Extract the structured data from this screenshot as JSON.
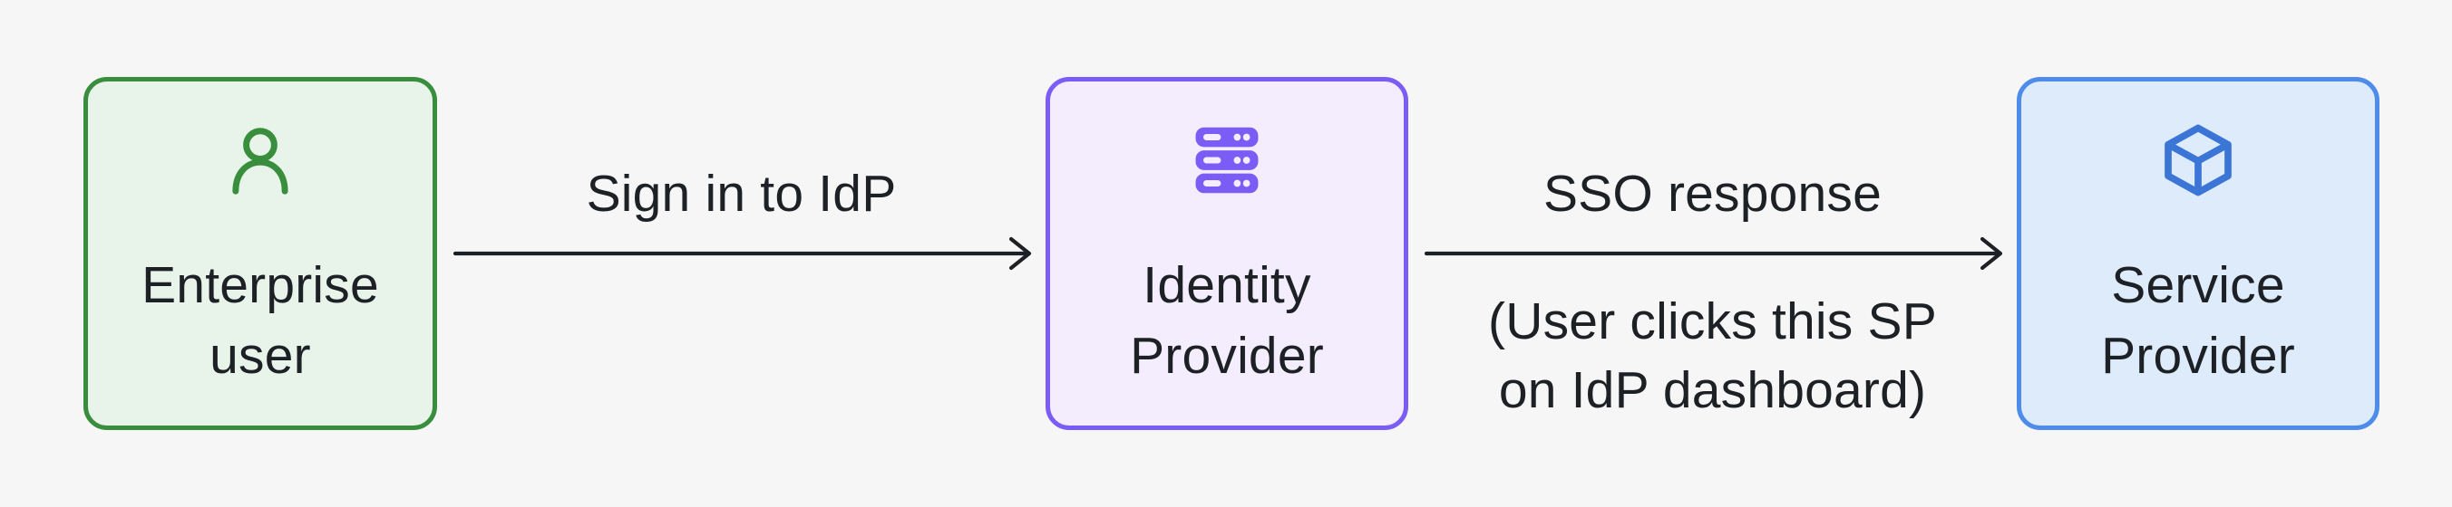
{
  "diagram": {
    "background_color": "#f5f6f5",
    "text_color": "#1d2126",
    "arrow_color": "#1d2126",
    "nodes": [
      {
        "id": "enterprise-user",
        "label_lines": [
          "Enterprise",
          "user"
        ],
        "icon": "user-icon",
        "border_color": "#388e3c",
        "fill_color": "#e8f3e9",
        "icon_color": "#388e3c"
      },
      {
        "id": "identity-provider",
        "label_lines": [
          "Identity",
          "Provider"
        ],
        "icon": "server-stack-icon",
        "border_color": "#7b5cf5",
        "fill_color": "#f3edfd",
        "icon_color": "#7b5cf5"
      },
      {
        "id": "service-provider",
        "label_lines": [
          "Service",
          "Provider"
        ],
        "icon": "cube-icon",
        "border_color": "#4e8cec",
        "fill_color": "#ddebfb",
        "icon_color": "#3b76d6"
      }
    ],
    "edges": [
      {
        "id": "sign-in-to-idp",
        "label": "Sign in to IdP",
        "sublabel_lines": []
      },
      {
        "id": "sso-response",
        "label": "SSO response",
        "sublabel_lines": [
          "(User clicks this SP",
          "on IdP dashboard)"
        ]
      }
    ]
  }
}
